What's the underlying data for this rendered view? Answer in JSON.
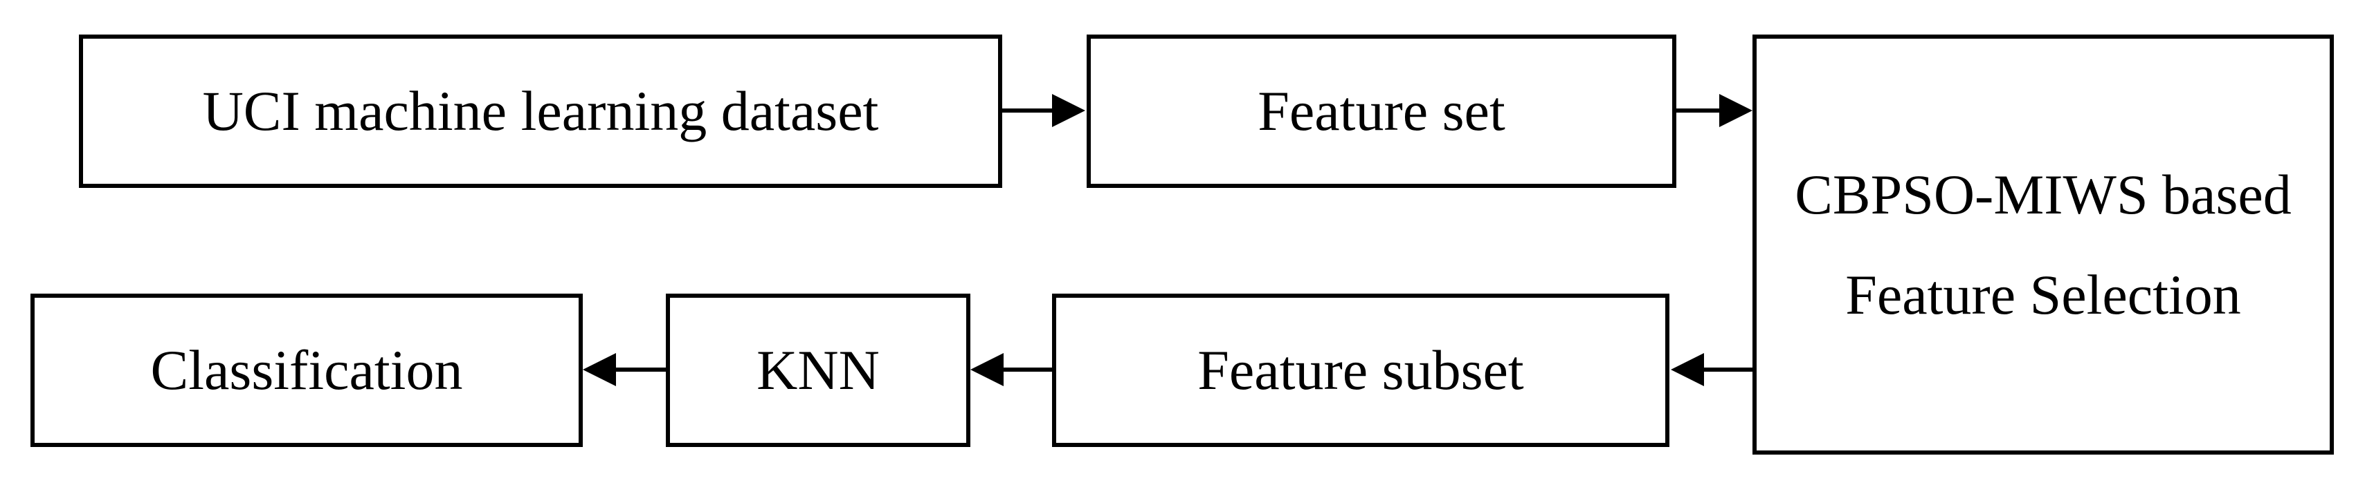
{
  "diagram": {
    "nodes": {
      "uci": "UCI machine learning dataset",
      "feature_set": "Feature set",
      "cbpso": "CBPSO-MIWS based Feature Selection",
      "feature_subset": "Feature subset",
      "knn": "KNN",
      "classification": "Classification"
    },
    "edges": [
      {
        "from": "uci",
        "to": "feature_set"
      },
      {
        "from": "feature_set",
        "to": "cbpso"
      },
      {
        "from": "cbpso",
        "to": "feature_subset"
      },
      {
        "from": "feature_subset",
        "to": "knn"
      },
      {
        "from": "knn",
        "to": "classification"
      }
    ],
    "stroke_color": "#000000",
    "fill_color": "#ffffff"
  }
}
